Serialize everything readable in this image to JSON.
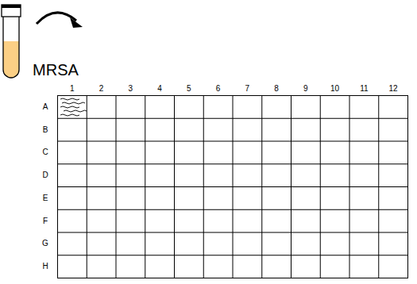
{
  "diagram": {
    "labels": [
      "MRSA",
      "1",
      "2",
      "3",
      "4",
      "5",
      "6",
      "7",
      "8",
      "9",
      "10",
      "11",
      "12",
      "A",
      "B",
      "C",
      "D",
      "E",
      "F",
      "G",
      "H"
    ]
  }
}
